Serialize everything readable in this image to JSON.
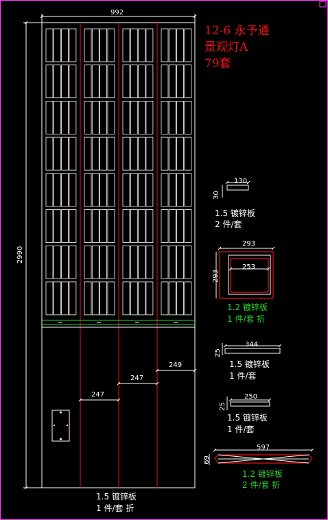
{
  "title_block": {
    "line1": "12-6 永予通",
    "line2": "景观灯A",
    "line3": "79套"
  },
  "main_panel": {
    "width_dim": "992",
    "height_dim": "2990",
    "spacing_1": "247",
    "spacing_2": "247",
    "spacing_3": "249",
    "note_line1": "1.5 镀锌板",
    "note_line2": "1 件/套 折"
  },
  "part_a": {
    "width_dim": "130",
    "height_dim": "30",
    "note_line1": "1.5 镀锌板",
    "note_line2": "2 件/套"
  },
  "part_b": {
    "outer_dim": "293",
    "side_dim": "293",
    "inner_dim": "253",
    "note_line1": "1.2 镀锌板",
    "note_line2": "1 件/套 折"
  },
  "part_c": {
    "width_dim": "344",
    "height_dim": "25",
    "note_line1": "1.5 镀锌板",
    "note_line2": "1 件/套"
  },
  "part_d": {
    "width_dim": "250",
    "height_dim": "25",
    "note_line1": "1.5 镀锌板",
    "note_line2": "1 件/套"
  },
  "part_e": {
    "width_dim": "597",
    "height_dim": "69",
    "note_line1": "1.2 镀锌板",
    "note_line2": "2 件/套 折"
  },
  "colors": {
    "background": "#000000",
    "outline": "#ffffff",
    "accent_red": "#e8121a",
    "accent_green": "#2cd22c",
    "frame_magenta": "#ff3cff"
  }
}
